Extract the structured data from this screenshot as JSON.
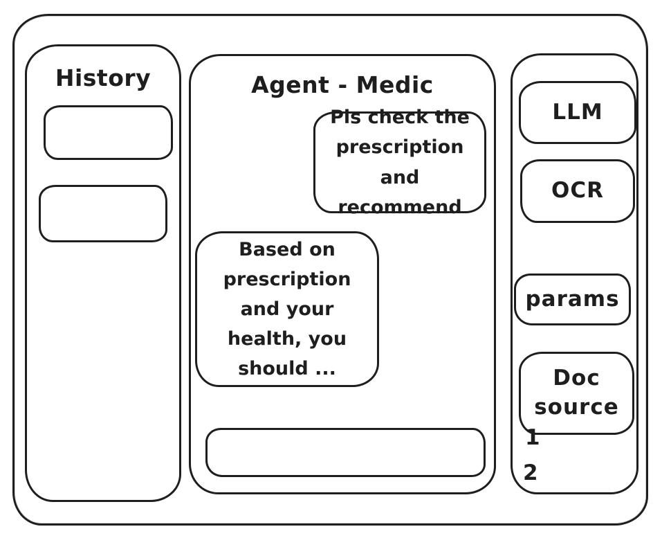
{
  "canvas": {
    "ink_color": "#1e1e1e",
    "background_color": "#ffffff"
  },
  "history_panel": {
    "title": "History",
    "items": [
      "",
      ""
    ]
  },
  "chat_panel": {
    "title": "Agent - Medic",
    "user_message": "Pls check the\nprescription\nand recommend",
    "agent_message": "Based on\nprescription\nand your\nhealth, you\nshould ...",
    "input": {
      "value": "",
      "placeholder": ""
    }
  },
  "tools_panel": {
    "llm_button": "LLM",
    "ocr_button": "OCR",
    "params_button": "params",
    "doc_source_button": "Doc source",
    "doc_source_items": [
      {
        "label": "1"
      },
      {
        "label": "2"
      }
    ]
  }
}
